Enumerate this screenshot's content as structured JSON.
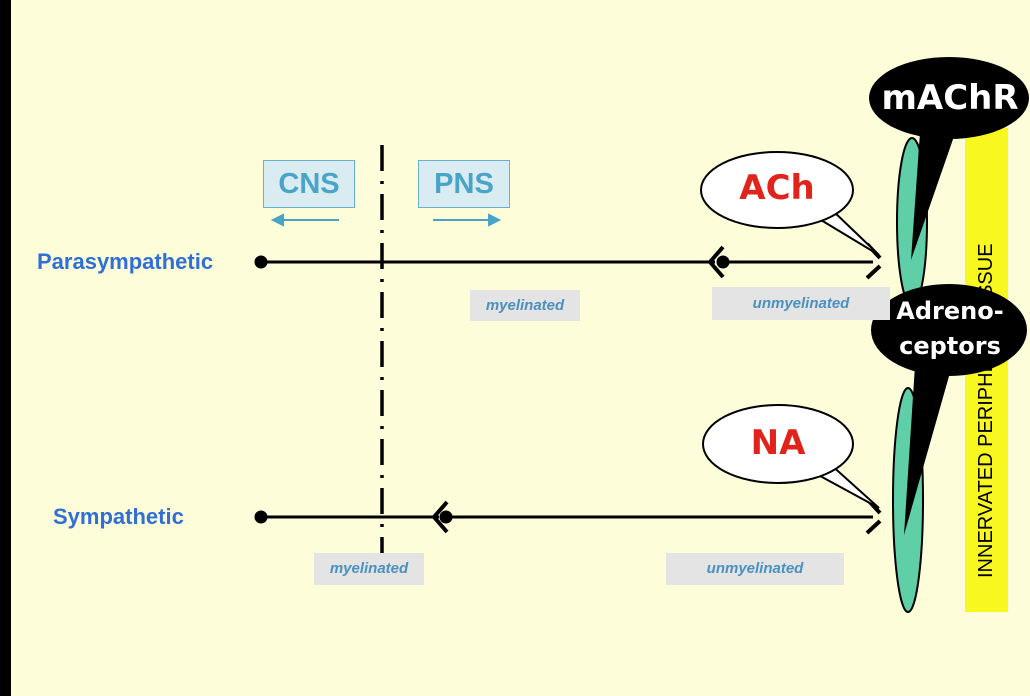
{
  "regions": {
    "cns": "CNS",
    "pns": "PNS"
  },
  "pathways": {
    "parasympathetic": "Parasympathetic",
    "sympathetic": "Sympathetic"
  },
  "fibers": {
    "para_myelinated": "myelinated",
    "para_unmyelinated": "unmyelinated",
    "symp_myelinated": "myelinated",
    "symp_unmyelinated": "unmyelinated"
  },
  "transmitters": {
    "ach": "ACh",
    "na": "NA"
  },
  "receptors": {
    "machr": "mAChR",
    "adreno_line1": "Adreno-",
    "adreno_line2": "ceptors"
  },
  "tissue": {
    "label": "INNERVATED PERIPHERAL TISSUE"
  },
  "colors": {
    "background": "#fefdd9",
    "pathway_label": "#2f6fd6",
    "region_box": "#d9ecf2",
    "region_text": "#4aa4c8",
    "transmitter_text": "#e0231b",
    "tissue_cell": "#5fcfa8",
    "tissue_band": "#f8f820"
  }
}
